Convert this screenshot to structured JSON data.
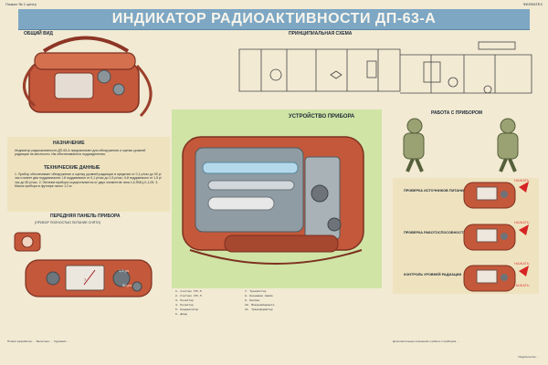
{
  "header": {
    "left_meta": "Плакат № 1 центр",
    "right_meta": "ФИЗФАТЕХ",
    "title": "ИНДИКАТОР РАДИОАКТИВНОСТИ ДП-63-А"
  },
  "sections": {
    "general_view": "ОБЩИЙ ВИД",
    "schematic": "ПРИНЦИПИАЛЬНАЯ СХЕМА",
    "device": "УСТРОЙСТВО ПРИБОРА",
    "work": "РАБОТА С ПРИБОРОМ",
    "purpose": "НАЗНАЧЕНИЕ",
    "specs": "ТЕХНИЧЕСКИЕ ДАННЫЕ",
    "front_panel": "ПЕРЕДНЯЯ ПАНЕЛЬ ПРИБОРА",
    "front_panel_sub": "(ПРИБОР ПОЛНОСТЬЮ ПИТАНИЕ СНЯТО)",
    "battery_check": "ПРОВЕРКА ИСТОЧНИКОВ ПИТАНИЯ",
    "operability_check": "ПРОВЕРКА РАБОТОСПОСОБНОСТИ",
    "radiation_check": "КОНТРОЛЬ УРОВНЕЙ РАДИАЦИИ"
  },
  "texts": {
    "purpose_body": "Индикатор радиоактивности ДП-63-А предназначен для обнаружения и оценки уровней радиации на местности. Им обеспечиваются подразделения.",
    "specs_body": "1. Прибор обеспечивает обнаружение и оценку уровней радиации в пределах от 0,1 р/час до 50 р/час и имеет два поддиапазона: I-й поддиапазон от 0,1 р/час до 1,5 р/час; II-й поддиапазон от 1,5 р/час до 50 р/час. 2. Питание прибора осуществляется от двух элементов типа 1,6-ПМЦ-X-1,05. 3. Масса прибора в футляре около 1,2 кг."
  },
  "scale_labels": {
    "upper": "1,5 рч",
    "lower": "50 рч",
    "dial_value": "7"
  },
  "parts_list": [
    "1. Счетчик СТС-5",
    "2. Счетчик СТС-5",
    "3. Резистор",
    "4. Резистор",
    "5. Конденсатор",
    "6. Диод",
    "7. Транзистор",
    "8. Неоновая лампа",
    "9. Кнопка",
    "10. Микроамперметр",
    "11. Трансформатор"
  ],
  "side_labels": {
    "nazhat_1": "НАЖАТЬ",
    "nazhat_2": "НАЖАТЬ",
    "nazhat_3": "НАЖАТЬ",
    "nazhat_4": "НАЖАТЬ"
  },
  "footer": {
    "left_text": "Плакат разработан: ... Выполнен: ... Художник ...",
    "center_text": "Дополнительные пояснения о работе с прибором ...",
    "right_text": "Издательство ..."
  },
  "colors": {
    "title_band": "#7da7c3",
    "device_red": "#c4583a",
    "beige": "#efe3bf",
    "green_panel": "#cfe4a5",
    "ink": "#1e2a38"
  }
}
